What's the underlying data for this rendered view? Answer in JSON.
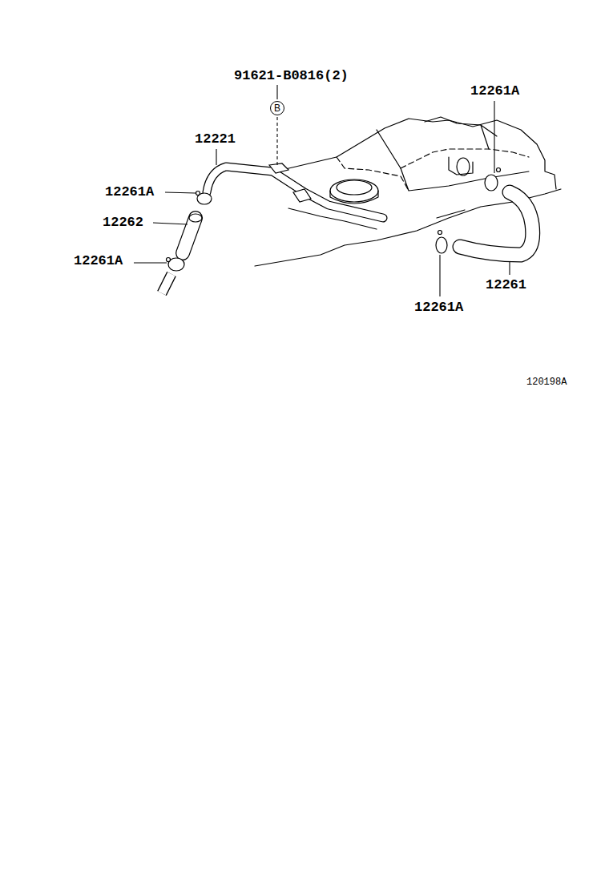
{
  "diagram": {
    "nodes": [
      {
        "text": [
          "B"
        ]
      }
    ],
    "edges": [],
    "labels": [
      "91621-B0816(2)",
      "12261A",
      "12221",
      "12261A",
      "12262",
      "12261A",
      "12261",
      "12261A",
      "120198A"
    ]
  }
}
